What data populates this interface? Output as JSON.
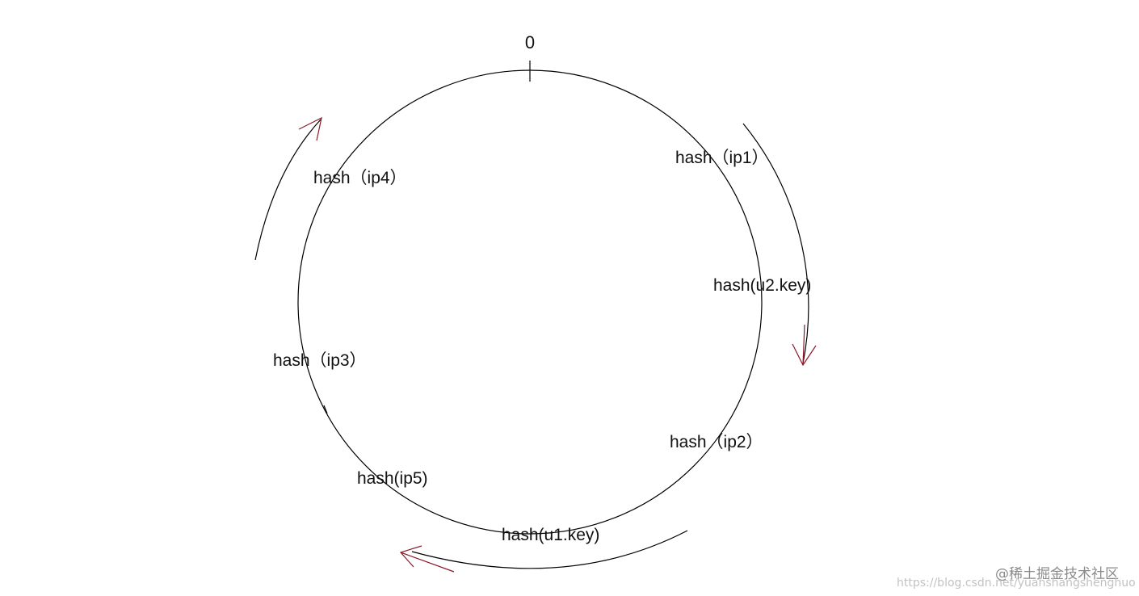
{
  "diagram": {
    "zero_label": "0",
    "labels": {
      "ip1": "hash（ip1）",
      "u2": "hash(u2.key)",
      "ip2": "hash（ip2）",
      "u1": "hash(u1.key)",
      "ip5": "hash(ip5)",
      "ip3": "hash（ip3）",
      "ip4": "hash（ip4）"
    }
  },
  "watermark": {
    "brand": "@稀土掘金技术社区",
    "url": "https://blog.csdn.net/yuanshangshenghuo"
  },
  "colors": {
    "ring": "#000000",
    "arrow_head": "#8b1a2b",
    "text": "#111111"
  }
}
